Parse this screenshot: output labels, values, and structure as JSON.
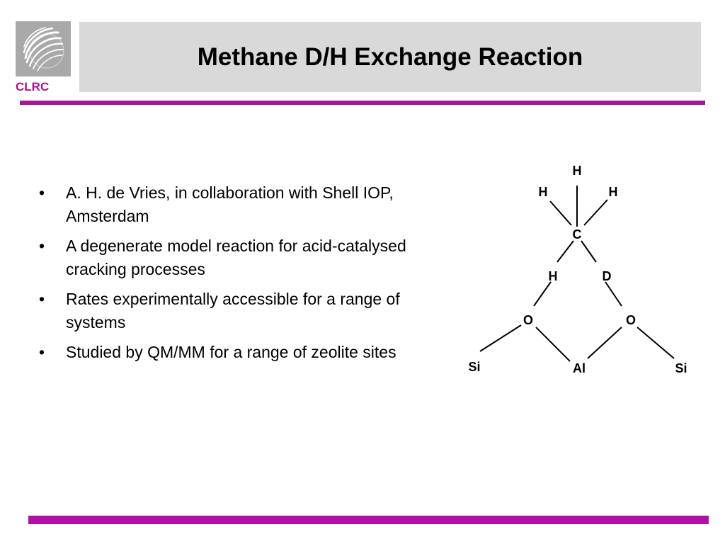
{
  "logo": {
    "text": "CLRC"
  },
  "title": "Methane D/H Exchange Reaction",
  "bullets": [
    "A. H. de Vries, in collaboration with Shell IOP, Amsterdam",
    "A degenerate model reaction for acid-catalysed cracking processes",
    "Rates experimentally accessible for a range of systems",
    "Studied by QM/MM for a range of zeolite sites"
  ],
  "bullet_glyph": "•",
  "diagram": {
    "atoms": {
      "h_top": "H",
      "h_left": "H",
      "h_right": "H",
      "carbon": "C",
      "h_bridge": "H",
      "d_bridge": "D",
      "o_left": "O",
      "o_right": "O",
      "si_left": "Si",
      "al": "Al",
      "si_right": "Si"
    }
  },
  "colors": {
    "accent": "#a8149a",
    "title_bar": "#d9d9d9",
    "logo_bg": "#a9a9a9"
  }
}
